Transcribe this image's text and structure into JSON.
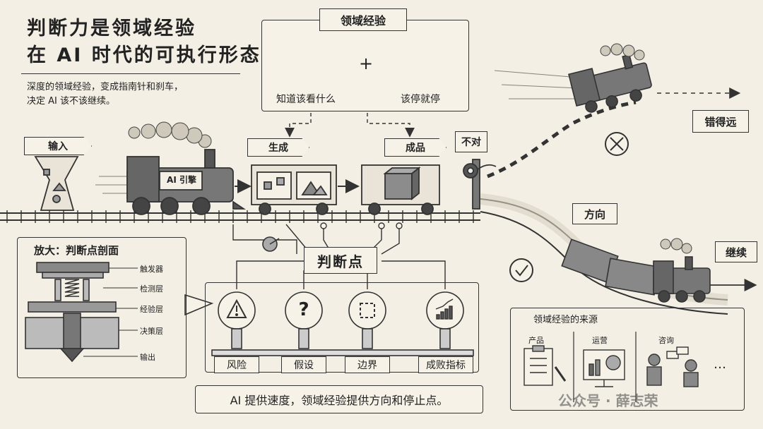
{
  "title": {
    "line1": "判断力是领域经验",
    "line2": "在 AI 时代的可执行形态"
  },
  "subtitle": {
    "line1": "深度的领域经验，变成指南针和刹车，",
    "line2": "决定 AI 该不该继续。"
  },
  "domain_box": {
    "title": "领域经验",
    "compass_label": "知道该看什么",
    "plus": "+",
    "brake_label": "该停就停"
  },
  "pipeline": {
    "input": "输入",
    "engine": "AI 引擎",
    "generate": "生成",
    "product": "成品",
    "wrong": "不对",
    "far_wrong": "错得远",
    "direction": "方向",
    "continue": "继续"
  },
  "judgment": {
    "title": "判断点",
    "indicators": [
      {
        "icon": "warning-icon",
        "label": "风险"
      },
      {
        "icon": "question-icon",
        "label": "假设"
      },
      {
        "icon": "boundary-icon",
        "label": "边界"
      },
      {
        "icon": "bar-chart-icon",
        "label": "成败指标"
      }
    ]
  },
  "zoom": {
    "title": "放大：判断点剖面",
    "layers": [
      "触发器",
      "检测层",
      "经验层",
      "决策层",
      "输出"
    ]
  },
  "caption": "AI 提供速度，领域经验提供方向和停止点。",
  "sources": {
    "title": "领域经验的来源",
    "items": [
      "产品",
      "运营",
      "咨询"
    ],
    "more": "…"
  },
  "watermark": "公众号 · 薛志荣"
}
